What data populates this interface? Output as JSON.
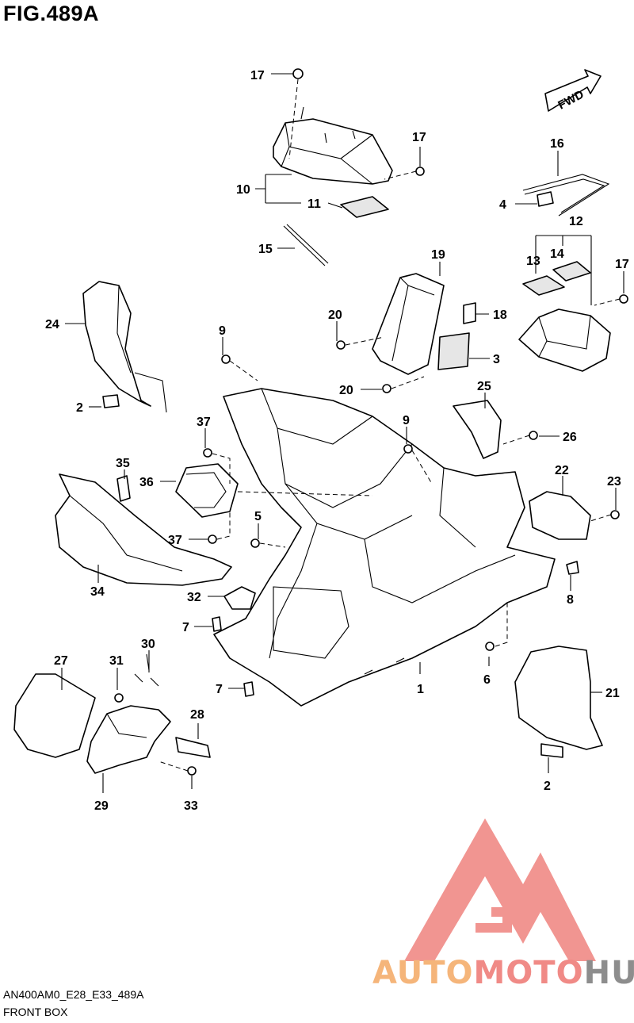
{
  "figure": {
    "title": "FIG.489A",
    "code": "AN400AM0_E28_E33_489A",
    "name": "FRONT BOX",
    "fwd_label": "FWD"
  },
  "watermark": {
    "part1": "AUTO",
    "part2": "MOTO",
    "part3": "HUB",
    "colors": {
      "auto": "#f5b57a",
      "moto": "#f08a86",
      "hub": "#8d8d8d"
    }
  },
  "callouts": [
    "17",
    "17",
    "10",
    "11",
    "15",
    "16",
    "4",
    "12",
    "13",
    "14",
    "17",
    "19",
    "20",
    "18",
    "3",
    "20",
    "24",
    "9",
    "2",
    "25",
    "26",
    "9",
    "37",
    "36",
    "35",
    "37",
    "5",
    "22",
    "23",
    "34",
    "32",
    "8",
    "7",
    "30",
    "31",
    "27",
    "7",
    "1",
    "6",
    "21",
    "28",
    "29",
    "33",
    "2"
  ]
}
